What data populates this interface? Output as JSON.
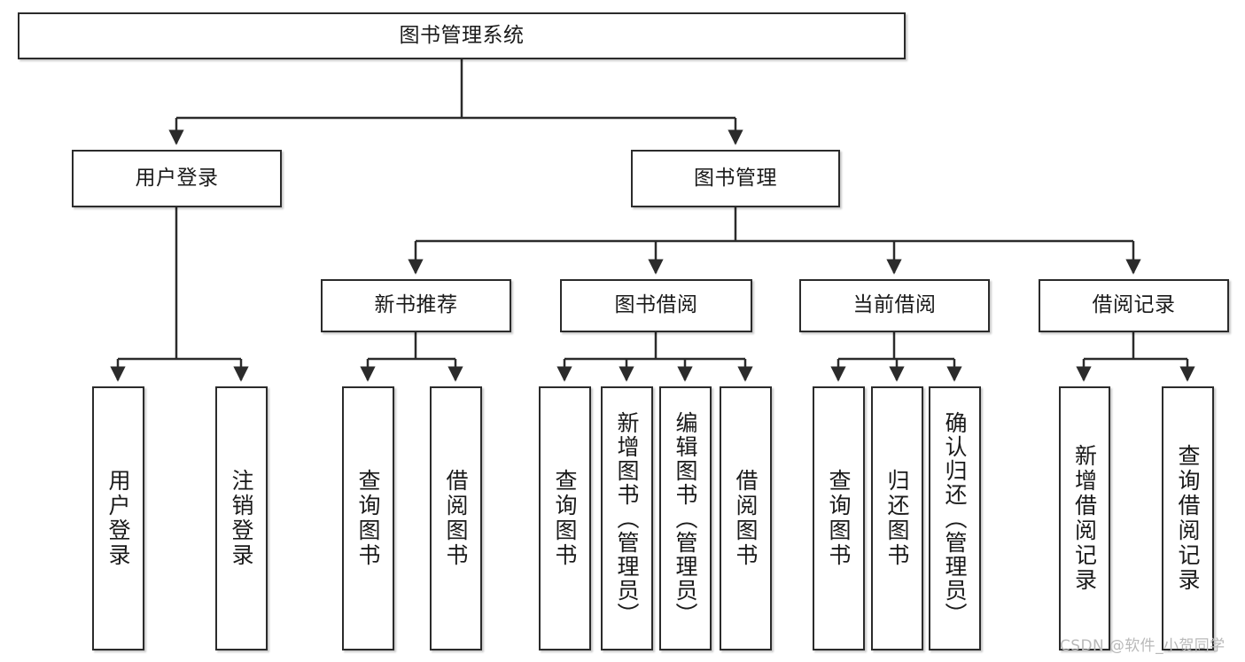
{
  "diagram": {
    "title": "图书管理系统",
    "watermark": "CSDN @软件_小贺同学",
    "colors": {
      "box_border": "#2b2b2b",
      "box_fill": "#ffffff",
      "connector": "#2b2b2b",
      "text": "#1a1a1a",
      "watermark": "#b9b9b9",
      "background": "#ffffff"
    },
    "root": {
      "label": "图书管理系统"
    },
    "level2": [
      {
        "label": "用户登录"
      },
      {
        "label": "图书管理"
      }
    ],
    "level3": [
      {
        "label": "新书推荐"
      },
      {
        "label": "图书借阅"
      },
      {
        "label": "当前借阅"
      },
      {
        "label": "借阅记录"
      }
    ],
    "leaves": {
      "user_login": [
        {
          "label": "用户登录"
        },
        {
          "label": "注销登录"
        }
      ],
      "new_book_recommend": [
        {
          "label": "查询图书"
        },
        {
          "label": "借阅图书"
        }
      ],
      "book_borrow": [
        {
          "label": "查询图书"
        },
        {
          "label": "新增图书（管理员）"
        },
        {
          "label": "编辑图书（管理员）"
        },
        {
          "label": "借阅图书"
        }
      ],
      "current_borrow": [
        {
          "label": "查询图书"
        },
        {
          "label": "归还图书"
        },
        {
          "label": "确认归还（管理员）"
        }
      ],
      "borrow_records": [
        {
          "label": "新增借阅记录"
        },
        {
          "label": "查询借阅记录"
        }
      ]
    }
  }
}
